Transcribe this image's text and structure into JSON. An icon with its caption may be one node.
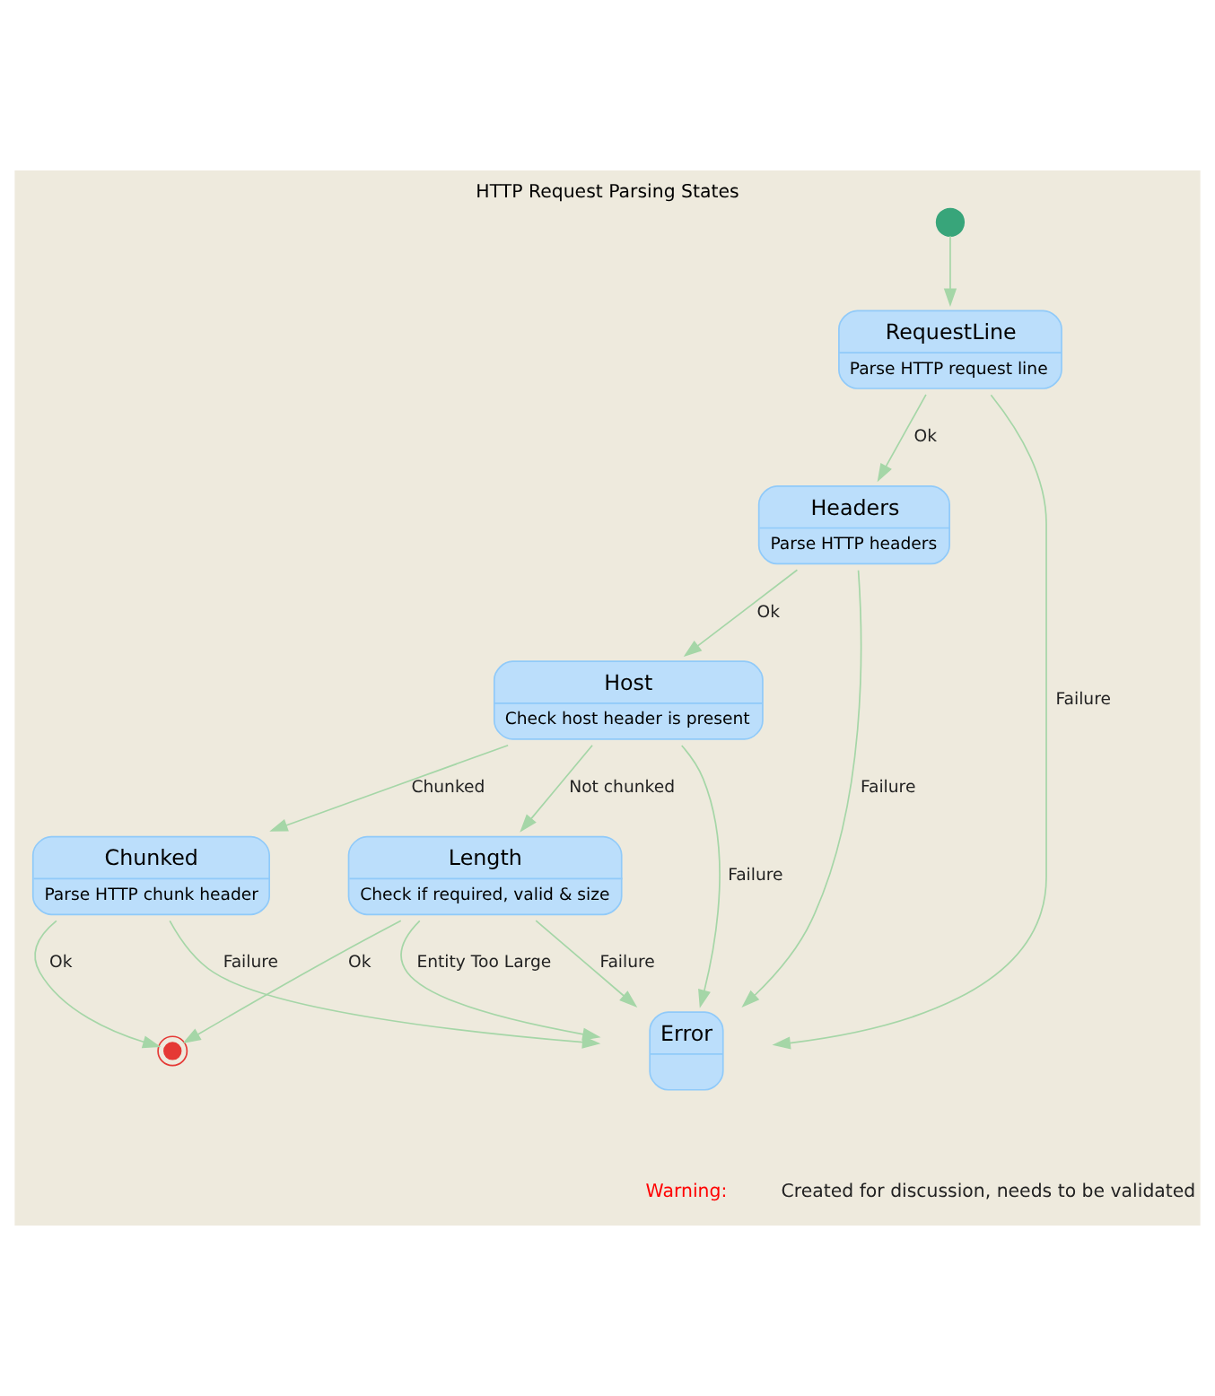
{
  "diagram": {
    "title": "HTTP Request Parsing States",
    "nodes": [
      {
        "text": [],
        "shape": "circle"
      },
      {
        "text": [
          "RequestLine",
          "Parse HTTP request line"
        ]
      },
      {
        "text": [
          "Headers",
          "Parse HTTP headers"
        ]
      },
      {
        "text": [
          "Host",
          "Check host header is present"
        ]
      },
      {
        "text": [
          "Chunked",
          "Parse HTTP chunk header"
        ]
      },
      {
        "text": [
          "Length",
          "Check if required, valid & size"
        ]
      },
      {
        "text": [
          "Error"
        ]
      },
      {
        "text": [],
        "shape": "bullseye"
      }
    ],
    "edges": [
      {
        "from": 0,
        "to": 1,
        "arrow": "to"
      },
      {
        "from": 1,
        "to": 2,
        "arrow": "to",
        "label": "Ok"
      },
      {
        "from": 1,
        "to": 6,
        "arrow": "to",
        "label": "Failure"
      },
      {
        "from": 2,
        "to": 3,
        "arrow": "to",
        "label": "Ok"
      },
      {
        "from": 2,
        "to": 6,
        "arrow": "to",
        "label": "Failure"
      },
      {
        "from": 3,
        "to": 4,
        "arrow": "to",
        "label": "Chunked"
      },
      {
        "from": 3,
        "to": 5,
        "arrow": "to",
        "label": "Not chunked"
      },
      {
        "from": 3,
        "to": 6,
        "arrow": "to",
        "label": "Failure"
      },
      {
        "from": 4,
        "to": 7,
        "arrow": "to",
        "label": "Ok"
      },
      {
        "from": 4,
        "to": 6,
        "arrow": "to",
        "label": "Failure"
      },
      {
        "from": 5,
        "to": 7,
        "arrow": "to",
        "label": "Ok"
      },
      {
        "from": 5,
        "to": 6,
        "arrow": "to",
        "label": "Failure"
      },
      {
        "from": 5,
        "to": 6,
        "arrow": "to",
        "label": "Entity Too Large"
      }
    ],
    "labels": [
      "Warning:",
      "Created for discussion, needs to be validated"
    ]
  }
}
